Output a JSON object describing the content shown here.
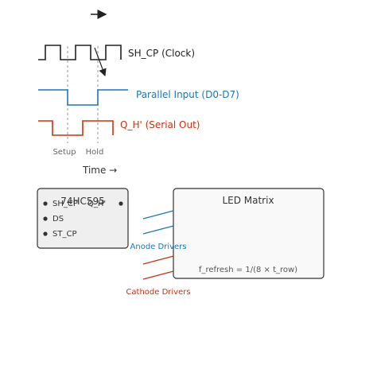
{
  "timing": {
    "signals": [
      {
        "label": "SH_CP (Clock)",
        "color": "#222222"
      },
      {
        "label": "Parallel Input (D0-D7)",
        "color": "#1f77b4"
      },
      {
        "label": "Q_H' (Serial Out)",
        "color": "#cc3311"
      }
    ],
    "setup_label": "Setup",
    "hold_label": "Hold",
    "time_label": "Time →"
  },
  "chip": {
    "name": "74HC595",
    "pins_left": [
      "SH_CP",
      "DS",
      "ST_CP"
    ],
    "pin_right": "Q_H'"
  },
  "matrix": {
    "title": "LED Matrix",
    "formula": "f_refresh = 1/(8 × t_row)"
  },
  "drivers": {
    "anode_label": "Anode Drivers",
    "anode_color": "#1f77b4",
    "cathode_label": "Cathode Drivers",
    "cathode_color": "#cc3311"
  }
}
